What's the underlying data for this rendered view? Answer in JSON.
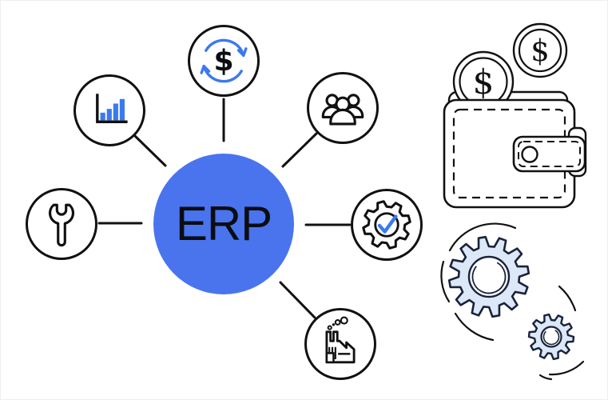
{
  "hub": {
    "label": "ERP"
  },
  "symbols": {
    "dollar": "$"
  },
  "colors": {
    "hub_blue": "#4a74ee",
    "accent_blue": "#3b79f0",
    "line_black": "#111111",
    "gear_fill": "#dce7f8",
    "gear_stroke": "#18223a",
    "background": "#ffffff"
  },
  "nodes": [
    {
      "id": "analytics",
      "icon": "bar-chart-icon"
    },
    {
      "id": "currency-flow",
      "icon": "dollar-refresh-icon"
    },
    {
      "id": "team",
      "icon": "people-icon"
    },
    {
      "id": "maintenance",
      "icon": "wrench-icon"
    },
    {
      "id": "process-check",
      "icon": "gear-check-icon"
    },
    {
      "id": "manufacturing",
      "icon": "factory-icon"
    }
  ],
  "right_illustrations": [
    {
      "id": "wallet-with-coins",
      "icon": "wallet-icon",
      "coins": 2
    },
    {
      "id": "rotating-gears",
      "icon": "gears-icon",
      "gears": 2
    }
  ]
}
